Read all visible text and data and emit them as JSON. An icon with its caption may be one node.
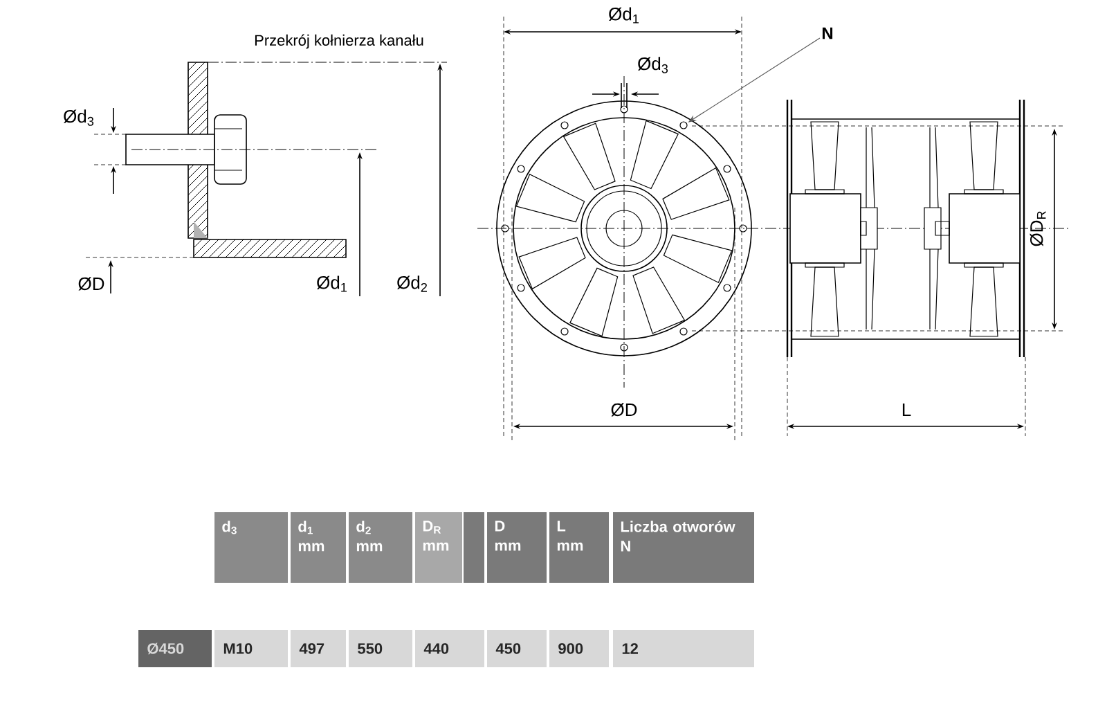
{
  "diagram": {
    "nodes": [
      {
        "text": [
          "N"
        ]
      },
      {
        "text": [],
        "shape": "circle"
      }
    ],
    "edges": [
      {
        "from": 0,
        "to": 1,
        "arrow": "to"
      }
    ],
    "labels": [
      "Przekrój kołnierza kanału",
      "Ød$_{3}$",
      "ØD",
      "Ød$_{1}$",
      "Ød$_{2}$",
      "Ød$_{1}$",
      "Ød$_{3}$",
      "ØD",
      "ØD$_{R}$",
      "L",
      "d$_{3}$",
      "d$_{1}$ mm",
      "d$_{2}$ mm",
      "D$_{R}$ mm",
      "D mm",
      "L mm",
      "Liczba otworów N",
      "Ø450",
      "M10",
      "497",
      "550",
      "440",
      "450",
      "900",
      "12"
    ]
  }
}
